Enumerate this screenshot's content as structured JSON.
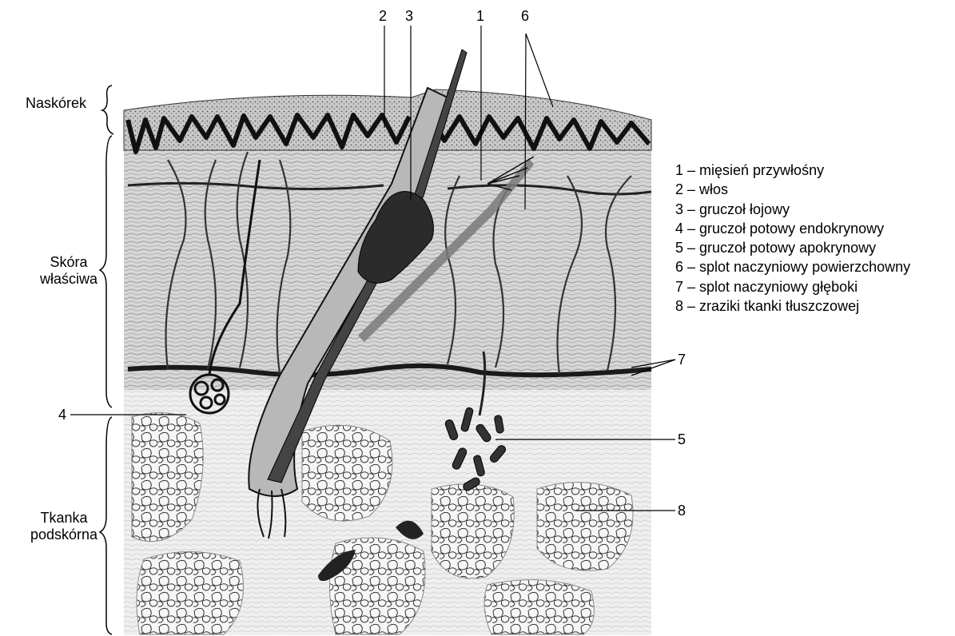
{
  "layers": {
    "epidermis": "Naskórek",
    "dermis_line1": "Skóra",
    "dermis_line2": "właściwa",
    "subcutis_line1": "Tkanka",
    "subcutis_line2": "podskórna"
  },
  "callouts": {
    "n1": "1",
    "n2": "2",
    "n3": "3",
    "n4": "4",
    "n5": "5",
    "n6": "6",
    "n7": "7",
    "n8": "8"
  },
  "legend": [
    "1 – mięsień przywłośny",
    "2 – włos",
    "3 – gruczoł łojowy",
    "4 – gruczoł potowy endokrynowy",
    "5 – gruczoł potowy apokrynowy",
    "6 – splot naczyniowy powierzchowny",
    "7 – splot naczyniowy głęboki",
    "8 – zraziki tkanki tłuszczowej"
  ]
}
